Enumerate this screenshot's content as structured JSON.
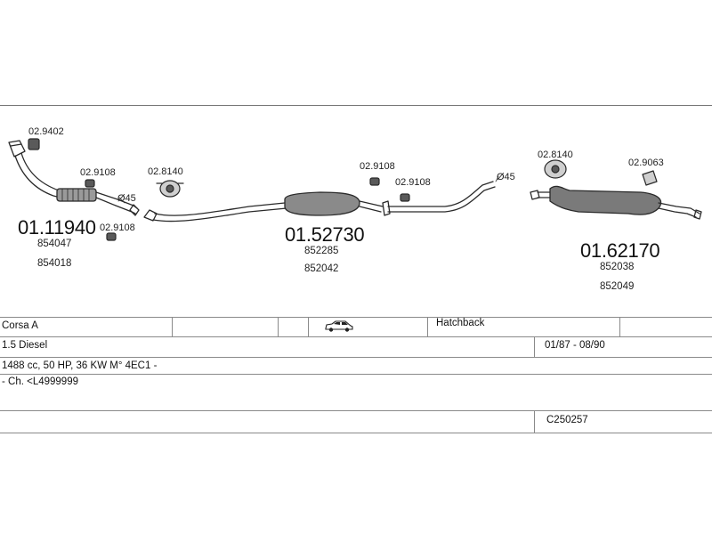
{
  "parts": {
    "clamp_a": "02.9402",
    "clamp_b": "02.9108",
    "clamp_c": "02.9108",
    "hanger_a": "02.8140",
    "clamp_d": "02.9108",
    "clamp_e": "02.9108",
    "hanger_b": "02.8140",
    "hanger_c": "02.9063",
    "diameter_a": "Ø45",
    "diameter_b": "Ø45"
  },
  "sections": [
    {
      "number": "01.11940",
      "refs": [
        "854047",
        "854018"
      ]
    },
    {
      "number": "01.52730",
      "refs": [
        "852285",
        "852042"
      ]
    },
    {
      "number": "01.62170",
      "refs": [
        "852038",
        "852049"
      ]
    }
  ],
  "vehicle": {
    "model": "Corsa A",
    "body": "Hatchback",
    "engine": "1.5 Diesel",
    "years": "01/87 - 08/90",
    "spec": "1488 cc, 50 HP, 36 KW M° 4EC1 -",
    "chassis": "- Ch. <L4999999",
    "code": "C250257",
    "body_icon": "hatchback-car-icon"
  },
  "colors": {
    "line": "#2a2a2a",
    "fill": "#7a7a7a",
    "grid": "#8a8a8a"
  }
}
